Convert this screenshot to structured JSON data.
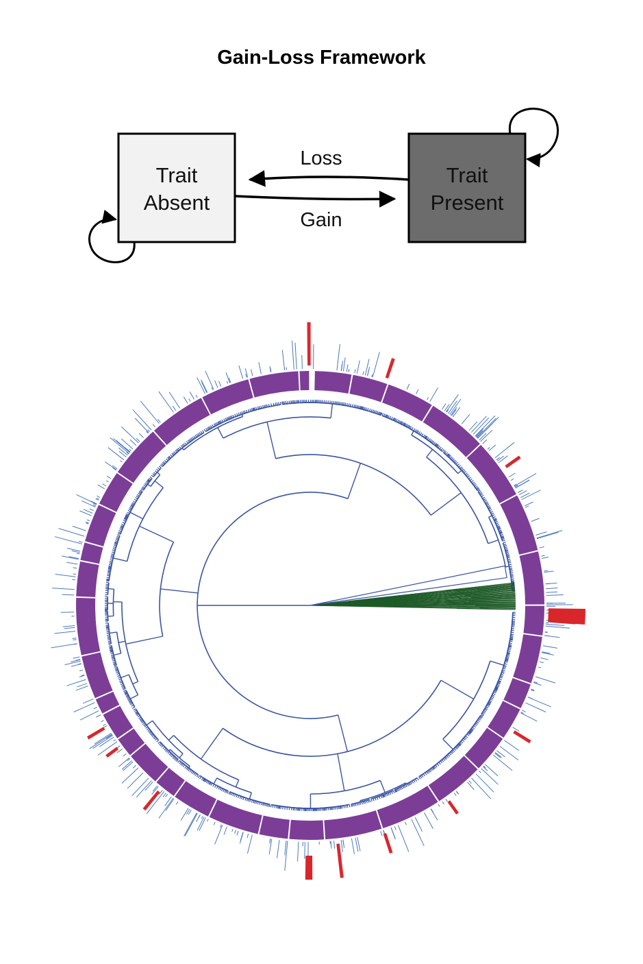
{
  "title": "Gain-Loss Framework",
  "states": {
    "absent": {
      "line1": "Trait",
      "line2": "Absent",
      "fill": "#f2f2f2"
    },
    "present": {
      "line1": "Trait",
      "line2": "Present",
      "fill": "#6b6c6b"
    }
  },
  "transitions": {
    "loss": "Loss",
    "gain": "Gain"
  },
  "colors": {
    "tree_branch": "#3a54a4",
    "tree_highlight": "#1e5a28",
    "ring": "#7c3d97",
    "bar_blue": "#4a78c0",
    "bar_red": "#d9262b"
  }
}
